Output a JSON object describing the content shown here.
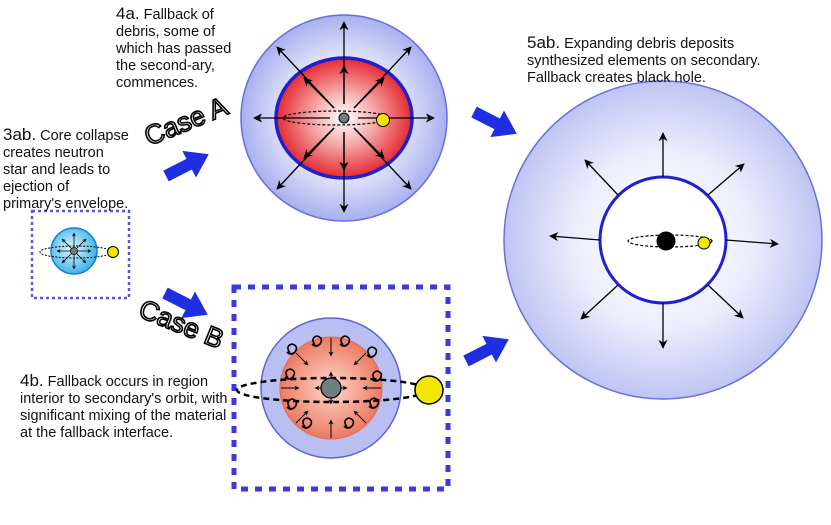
{
  "captions": {
    "c3ab": {
      "label": "3ab.",
      "text": " Core collapse creates neutron star and leads to ejection of primary's envelope."
    },
    "c4a": {
      "label": "4a.",
      "text": " Fallback of debris, some of which has passed the second-ary, commences."
    },
    "c4b": {
      "label": "4b.",
      "text": " Fallback occurs in region interior to secondary's orbit, with significant mixing of the material at the fallback interface."
    },
    "c5ab": {
      "label": "5ab.",
      "text": " Expanding debris deposits synthesized elements on secondary. Fallback creates black hole."
    }
  },
  "cases": {
    "a": "Case A",
    "b": "Case B"
  },
  "colors": {
    "envelope_blue": "#b8bff0",
    "ring_blue": "#2a2acc",
    "arrow_blue": "#1f2ee0",
    "core_red": "#e8202a",
    "core_salmon": "#f08068",
    "secondary_yellow": "#f2e600",
    "neutron_star_gray": "#6f7f7f",
    "black_hole": "#000000"
  }
}
